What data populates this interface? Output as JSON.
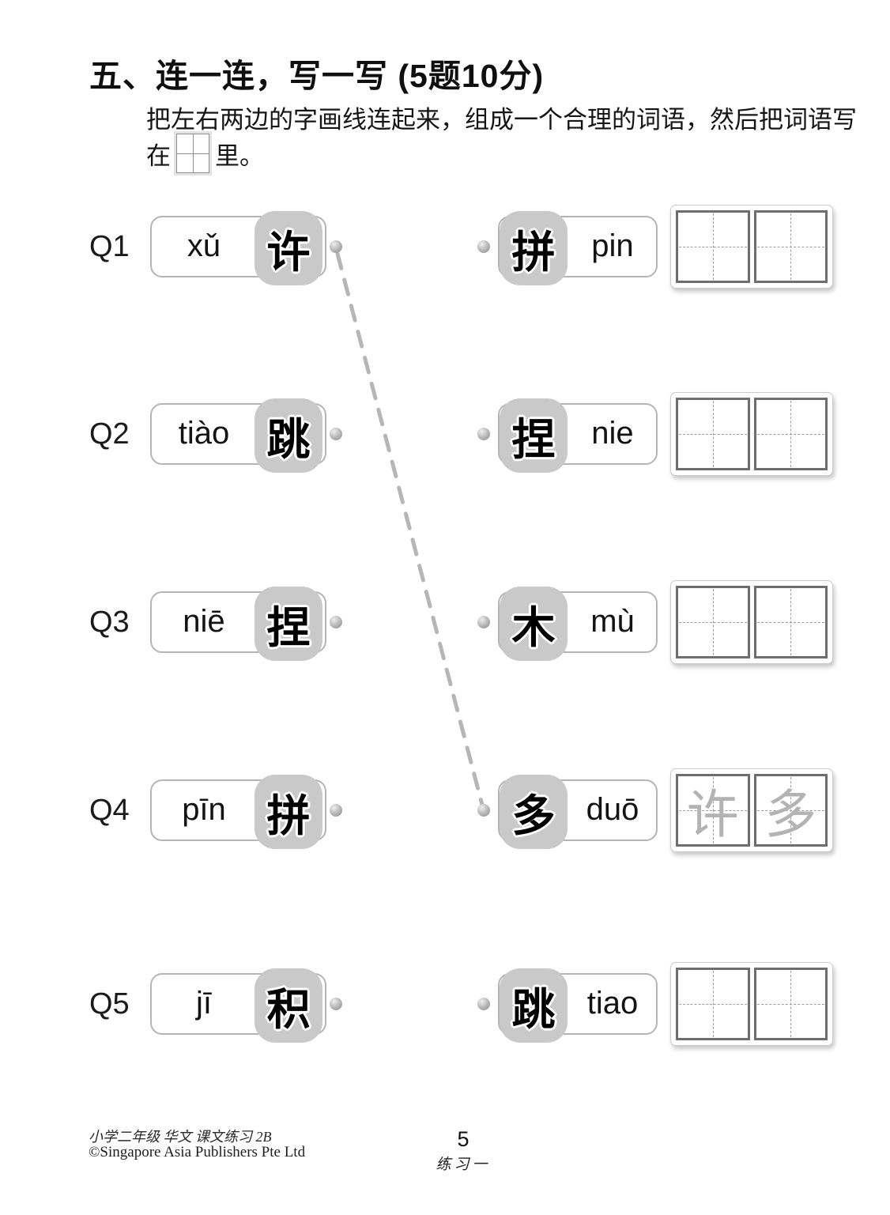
{
  "page": {
    "title": "五、连一连，写一写 (5题10分)",
    "instructions": {
      "line1": "把左右两边的字画线连起来，组成一个合理的词语，然后把词语写",
      "line2_prefix": "在",
      "line2_suffix": "里。"
    }
  },
  "questions": [
    {
      "id": "Q1",
      "left": {
        "pinyin": "xǔ",
        "char": "许"
      },
      "right": {
        "char": "拼",
        "pinyin": "pin"
      },
      "answer": [
        "",
        ""
      ]
    },
    {
      "id": "Q2",
      "left": {
        "pinyin": "tiào",
        "char": "跳"
      },
      "right": {
        "char": "捏",
        "pinyin": "nie"
      },
      "answer": [
        "",
        ""
      ]
    },
    {
      "id": "Q3",
      "left": {
        "pinyin": "niē",
        "char": "捏"
      },
      "right": {
        "char": "木",
        "pinyin": "mù"
      },
      "answer": [
        "",
        ""
      ]
    },
    {
      "id": "Q4",
      "left": {
        "pinyin": "pīn",
        "char": "拼"
      },
      "right": {
        "char": "多",
        "pinyin": "duō"
      },
      "answer": [
        "许",
        "多"
      ]
    },
    {
      "id": "Q5",
      "left": {
        "pinyin": "jī",
        "char": "积"
      },
      "right": {
        "char": "跳",
        "pinyin": "tiao"
      },
      "answer": [
        "",
        ""
      ]
    }
  ],
  "connection": {
    "from_question": "Q1",
    "from_side": "left",
    "to_question": "Q4",
    "to_side": "right",
    "style": "dashed"
  },
  "footer": {
    "series": "小学二年级 华文 课文练习 2B",
    "copyright": "©Singapore Asia Publishers Pte Ltd",
    "page_number": "5",
    "exercise_label": "练习一"
  },
  "colors": {
    "tile_fill": "#c9c9c9",
    "card_border": "#b5b5b5",
    "connector_line": "#b6b6b6",
    "grid_cell_border": "#6e6e6e",
    "answer_text": "#b3b3b3"
  }
}
